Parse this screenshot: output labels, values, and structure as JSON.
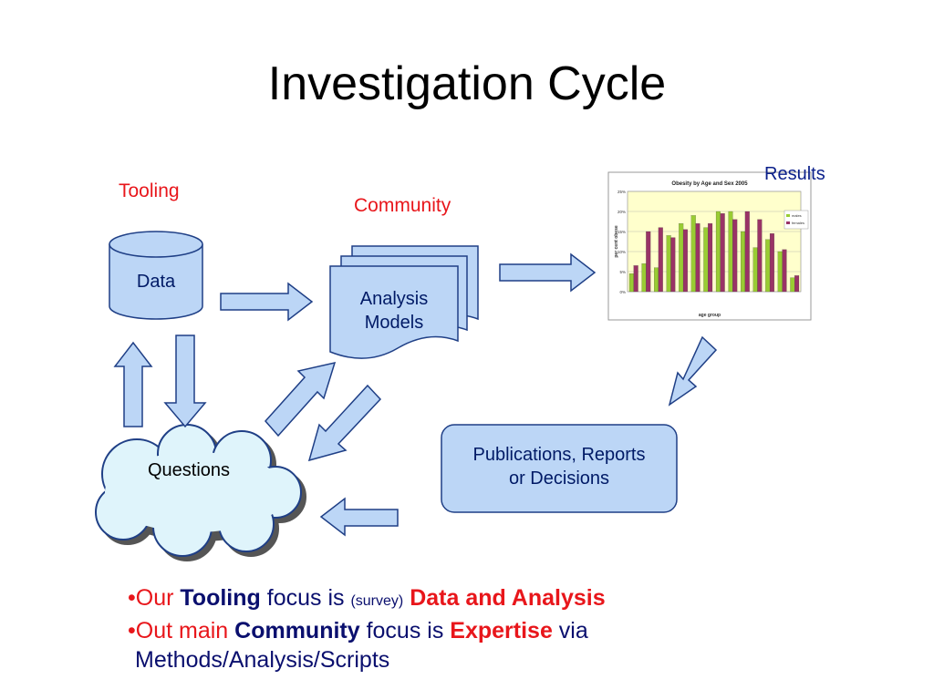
{
  "title": "Investigation Cycle",
  "labels": {
    "tooling": "Tooling",
    "community": "Community",
    "results": "Results"
  },
  "nodes": {
    "data": "Data",
    "analysis_line1": "Analysis",
    "analysis_line2": "Models",
    "questions": "Questions",
    "publications_line1": "Publications, Reports",
    "publications_line2": "or Decisions"
  },
  "results_chart": {
    "title": "Obesity by Age and Sex 2005",
    "xlabel": "age group",
    "ylabel": "per cent obese",
    "yticks": [
      "25%",
      "20%",
      "15%",
      "10%",
      "5%",
      "0%"
    ],
    "legend": [
      "males",
      "females"
    ],
    "colors": {
      "males": "#99cc33",
      "females": "#993366",
      "plot_bg": "#ffffcc"
    }
  },
  "bullets": {
    "b1": {
      "bullet": "•",
      "p1": "Our ",
      "p2": "Tooling",
      "p3": " focus is ",
      "p4": "(survey)",
      "p5": " ",
      "p6": "Data and Analysis"
    },
    "b2": {
      "bullet": "•",
      "p1": "Out main ",
      "p2": "Community",
      "p3": " focus is ",
      "p4": "Expertise",
      "p5": " via",
      "p6": "Methods/Analysis/Scripts"
    }
  },
  "colors": {
    "shape_fill": "#bcd6f6",
    "shape_stroke": "#1f3f86",
    "arrow_fill": "#bcd6f6",
    "accent_red": "#e8161b",
    "text_navy": "#001a66"
  }
}
